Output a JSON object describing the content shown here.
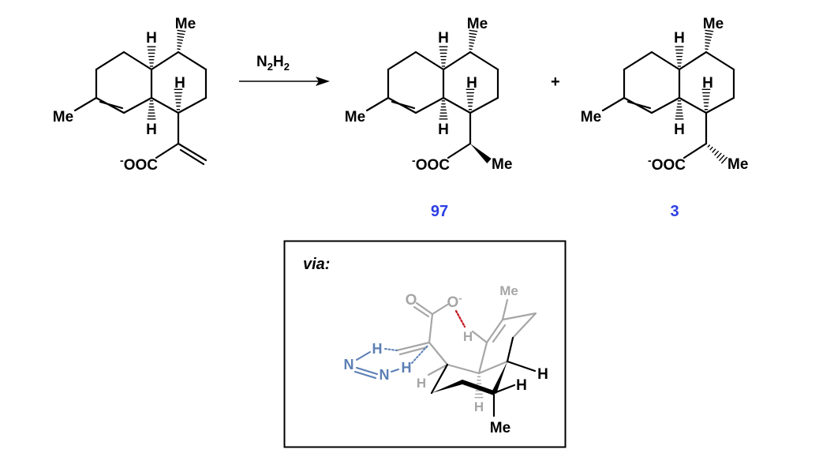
{
  "labels": {
    "me": "Me",
    "h": "H",
    "carboxylate": "OOC",
    "minus": "-",
    "o": "O",
    "n": "N"
  },
  "reagent": {
    "main": "N",
    "sub1": "2",
    "mid": "H",
    "sub2": "2"
  },
  "plus": "+",
  "products": [
    {
      "ratio": "97"
    },
    {
      "ratio": "3"
    }
  ],
  "transition_state": {
    "title": "via:"
  },
  "colors": {
    "ratio": "#2b3fe3",
    "gray": "#a6a6a6",
    "blue": "#5b7fb5",
    "red": "#c8202a"
  }
}
